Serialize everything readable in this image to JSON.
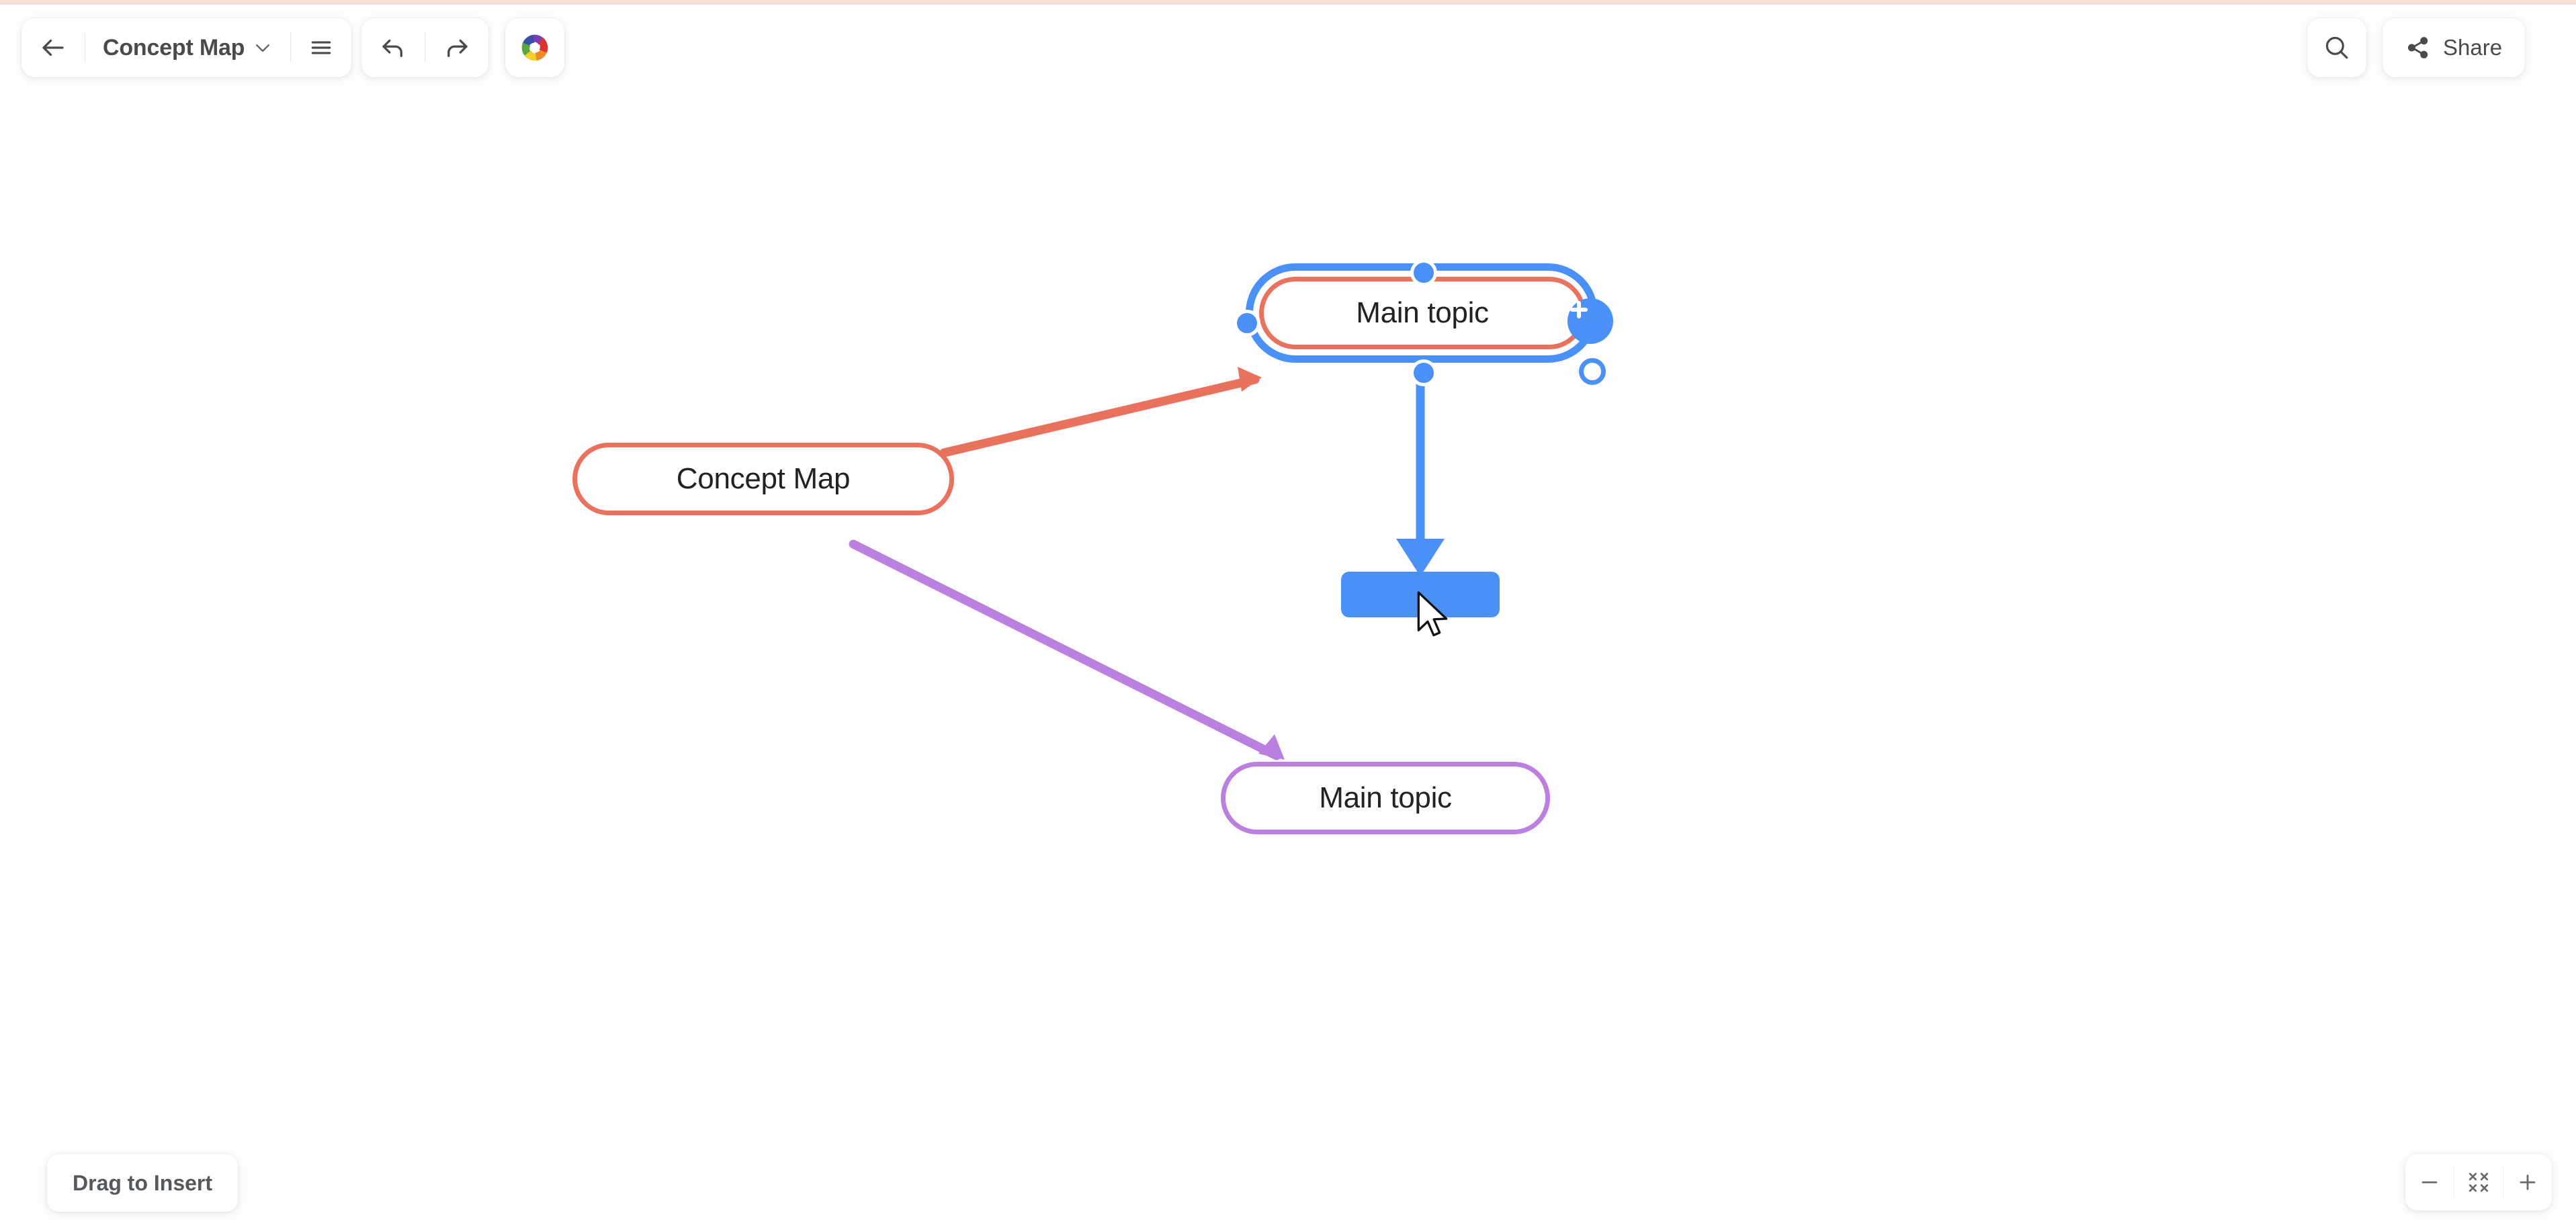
{
  "app": {
    "accent_top_color": "#f4ded6",
    "canvas_background": "#fdfdfd"
  },
  "toolbar": {
    "back_icon": "arrow-left-icon",
    "doc_title": "Concept Map",
    "title_dropdown_icon": "chevron-down-icon",
    "menu_icon": "hamburger-menu-icon",
    "undo_icon": "undo-arrow-icon",
    "redo_icon": "redo-arrow-icon",
    "ai_icon": "color-wheel-icon"
  },
  "header_right": {
    "search_icon": "search-icon",
    "share_icon": "share-icon",
    "share_label": "Share"
  },
  "canvas": {
    "nodes": [
      {
        "id": "main-topic-selected",
        "label": "Main topic",
        "border_color": "#e8725e",
        "selected": true,
        "selection_color": "#4a90f7"
      },
      {
        "id": "concept-map",
        "label": "Concept Map",
        "border_color": "#e8725e",
        "selected": false
      },
      {
        "id": "main-topic-purple",
        "label": "Main topic",
        "border_color": "#bb7fe0",
        "selected": false
      }
    ],
    "edges": [
      {
        "from": "concept-map",
        "to": "main-topic-selected",
        "color": "#e8725e",
        "arrow": true
      },
      {
        "from": "concept-map",
        "to": "main-topic-purple",
        "color": "#bb7fe0",
        "arrow": true
      },
      {
        "from": "main-topic-selected",
        "to": "drop-target",
        "color": "#4a90f7",
        "arrow": true
      }
    ],
    "drop_target": {
      "color": "#4a90f7"
    },
    "add_child_button": {
      "icon": "plus-icon",
      "color": "#4a90f7"
    },
    "cursor": {
      "icon": "mouse-pointer-icon"
    }
  },
  "footer": {
    "drag_to_insert_label": "Drag to Insert",
    "zoom_out_icon": "minus-icon",
    "fit_screen_icon": "fit-to-screen-icon",
    "zoom_in_icon": "plus-icon"
  }
}
